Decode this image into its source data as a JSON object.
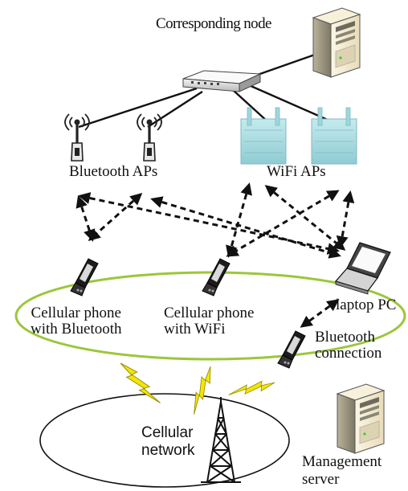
{
  "labels": {
    "corresponding_node": "Corresponding node",
    "bluetooth_aps": "Bluetooth APs",
    "wifi_aps": "WiFi APs",
    "phone_bt_line1": "Cellular phone",
    "phone_bt_line2": "with Bluetooth",
    "phone_wifi_line1": "Cellular phone",
    "phone_wifi_line2": "with WiFi",
    "laptop": "laptop PC",
    "bt_conn_line1": "Bluetooth",
    "bt_conn_line2": "connection",
    "cellular_line1": "Cellular",
    "cellular_line2": "network",
    "mgmt_line1": "Management",
    "mgmt_line2": "server"
  },
  "colors": {
    "ellipse_green": "#9cc63a",
    "lightning_yellow": "#f5e600",
    "wifi_ap_fill": "#a8dce2",
    "server_beige": "#f1e9cf"
  },
  "icons": [
    "server-icon",
    "network-switch-icon",
    "bluetooth-ap-icon",
    "wifi-ap-icon",
    "cellular-phone-icon",
    "laptop-icon",
    "cell-tower-icon",
    "lightning-icon"
  ]
}
